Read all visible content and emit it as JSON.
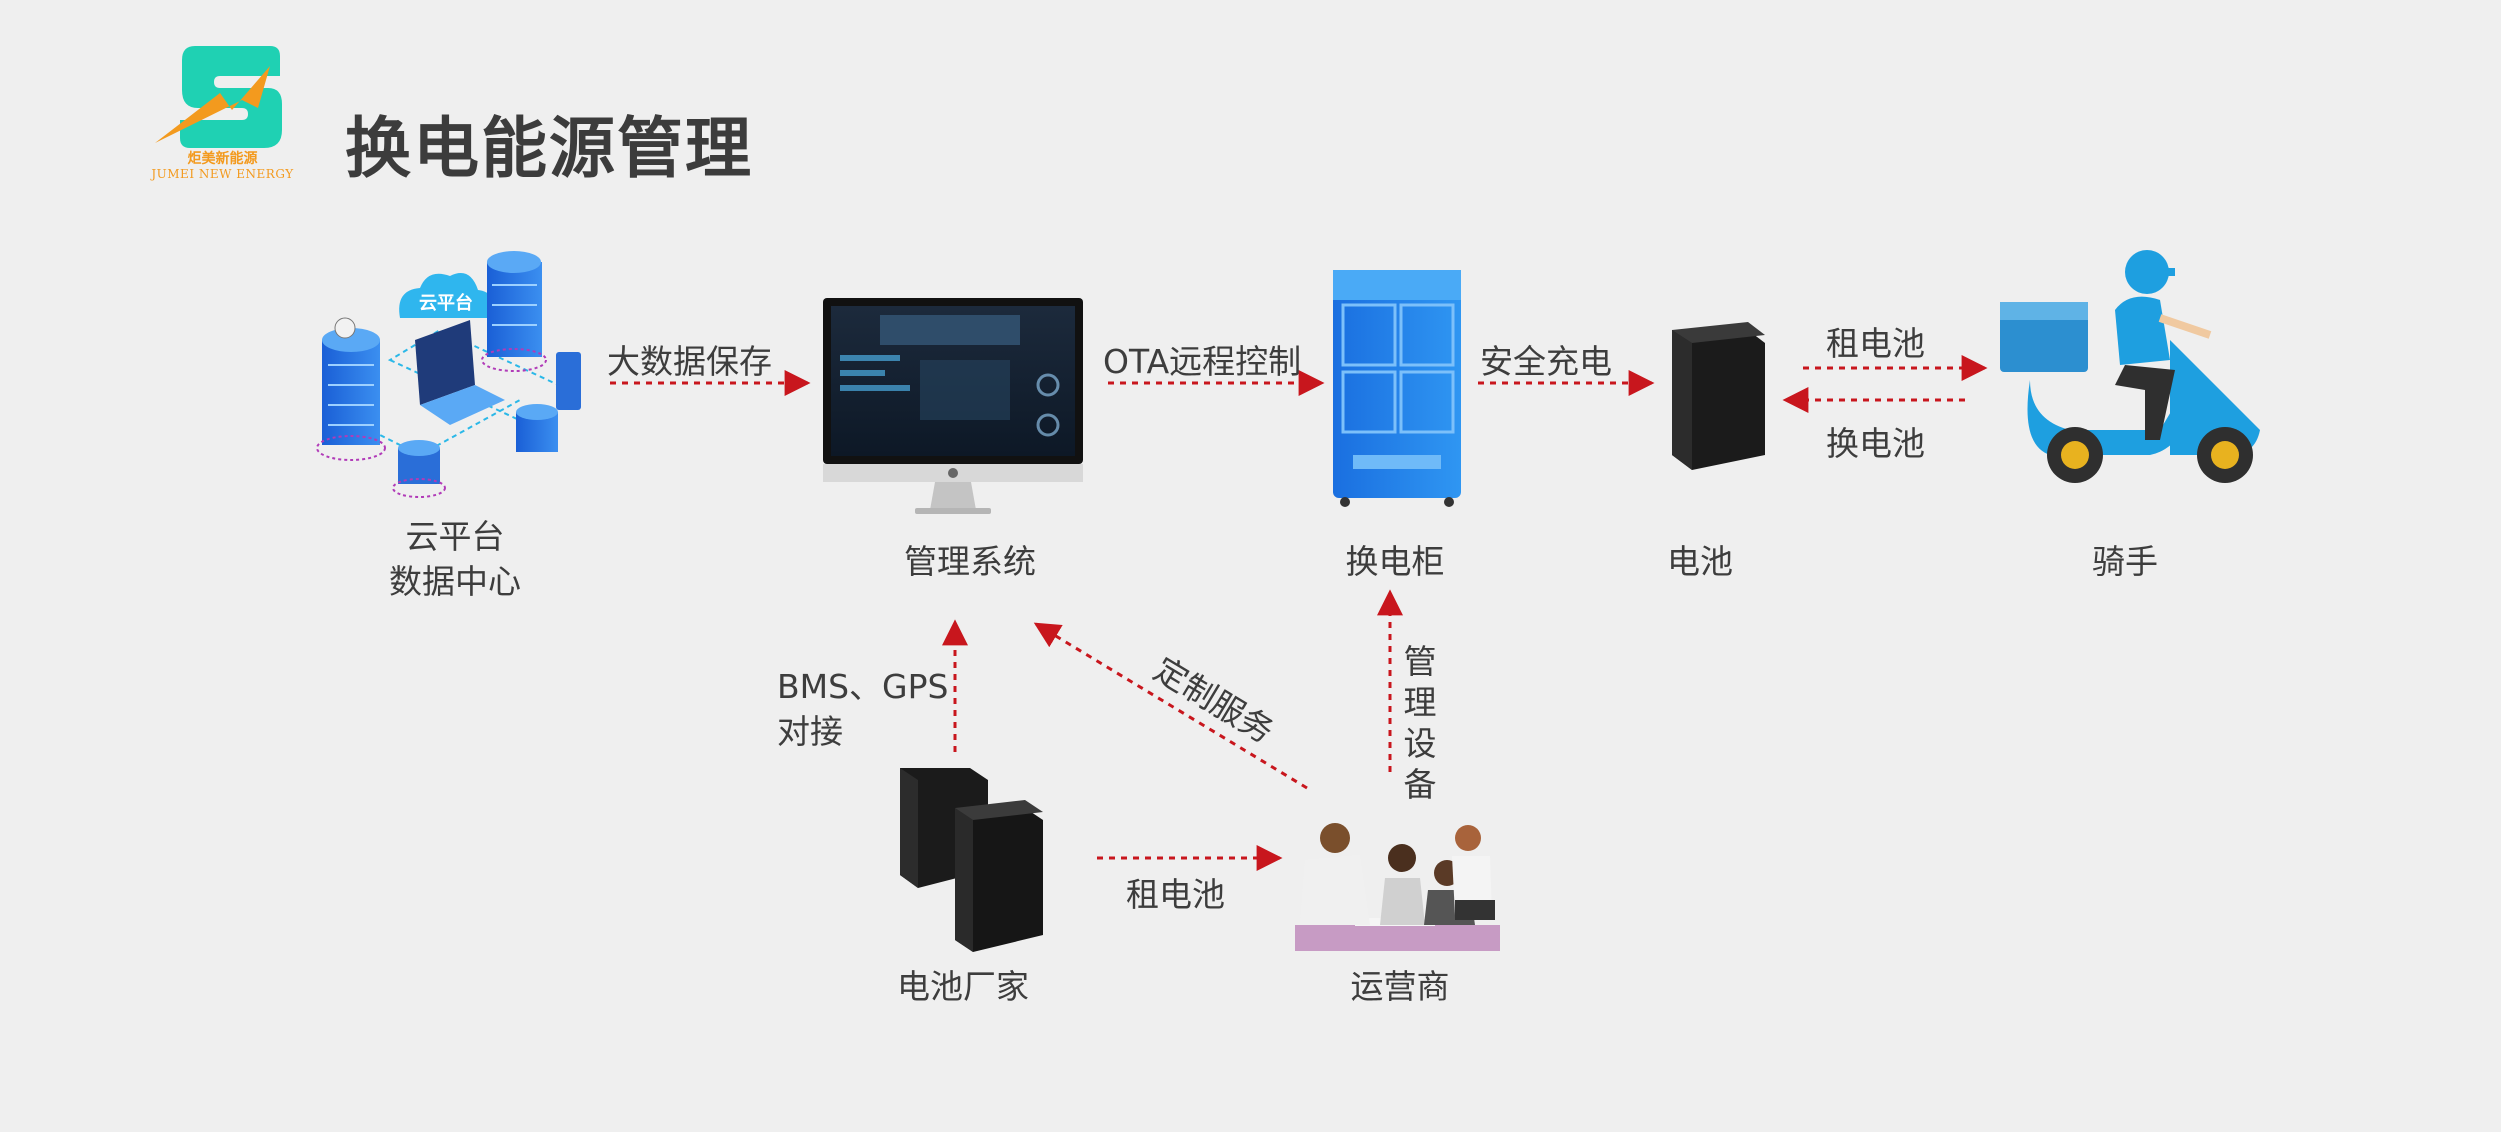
{
  "brand": {
    "name_cn": "炬美新能源",
    "name_en": "JUMEI NEW ENERGY",
    "logo_colors": {
      "teal": "#1fd1b3",
      "orange": "#f39a1e"
    }
  },
  "title": "换电能源管理",
  "nodes": {
    "cloud": {
      "line1": "云平台",
      "line2": "数据中心",
      "badge": "云平台"
    },
    "management_system": {
      "label": "管理系统"
    },
    "cabinet": {
      "label": "换电柜"
    },
    "battery": {
      "label": "电池"
    },
    "rider": {
      "label": "骑手"
    },
    "battery_maker": {
      "label": "电池厂家"
    },
    "operator": {
      "label": "运营商"
    }
  },
  "edges": {
    "big_data": "大数据保存",
    "ota": "OTA远程控制",
    "safe_charge": "安全充电",
    "rent_battery_top": "租电池",
    "swap_battery": "换电池",
    "bms_gps_line1": "BMS、GPS",
    "bms_gps_line2": "对接",
    "custom_service": "定制服务",
    "manage_device": [
      "管",
      "理",
      "设",
      "备"
    ],
    "rent_battery_bottom": "租电池"
  },
  "colors": {
    "arrow": "#c8161d",
    "background": "#efefef",
    "text": "#3d3d3d",
    "cabinet_blue": "#1a82e0",
    "scooter_blue": "#1e9fe0"
  }
}
